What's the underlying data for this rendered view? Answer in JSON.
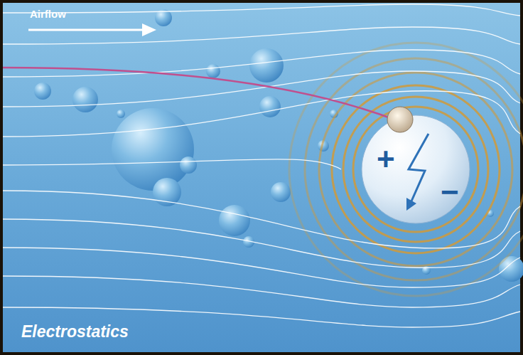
{
  "diagram": {
    "caption": "Electrostatics",
    "labels": [
      "Airflow",
      "+",
      "−"
    ]
  }
}
